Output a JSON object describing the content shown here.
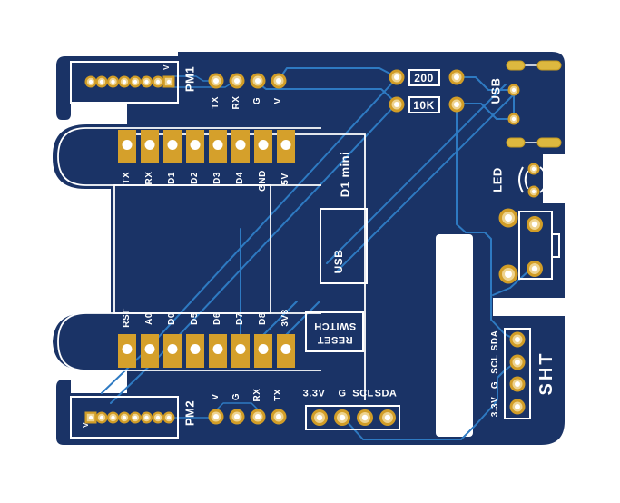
{
  "colors": {
    "background": "#ffffff",
    "board": "#1a3366",
    "trace": "#2e7ac2",
    "silkscreen": "#ffffff",
    "pad_gold": "#d19d27",
    "pad_gold_light": "#eed38f"
  },
  "pm1": {
    "label": "PM1",
    "pin1_marker": "V",
    "pins": [
      "TX",
      "RX",
      "G",
      "V"
    ]
  },
  "pm2": {
    "label": "PM2",
    "pin1_marker": "V",
    "pins": [
      "V",
      "G",
      "RX",
      "TX"
    ]
  },
  "top_pin_row": [
    "TX",
    "RX",
    "D1",
    "D2",
    "D3",
    "D4",
    "GND",
    "5V"
  ],
  "bottom_pin_row": [
    "RST",
    "A0",
    "D0",
    "D5",
    "D6",
    "D7",
    "D8",
    "3V3"
  ],
  "resistors": {
    "r1": "200",
    "r2": "10K"
  },
  "usb": {
    "connector_label": "USB"
  },
  "d1_mini": {
    "outline_label": "D1 mini",
    "usb_label": "USB"
  },
  "led": {
    "label": "LED"
  },
  "reset_switch": {
    "line1": "RESET",
    "line2": "SWITCH"
  },
  "i2c_header": {
    "pins": [
      "3.3V",
      "G",
      "SCL",
      "SDA"
    ]
  },
  "sht": {
    "label": "SHT",
    "pins_top_to_bottom": [
      "SDA",
      "SCL",
      "G",
      "3.3V"
    ]
  }
}
